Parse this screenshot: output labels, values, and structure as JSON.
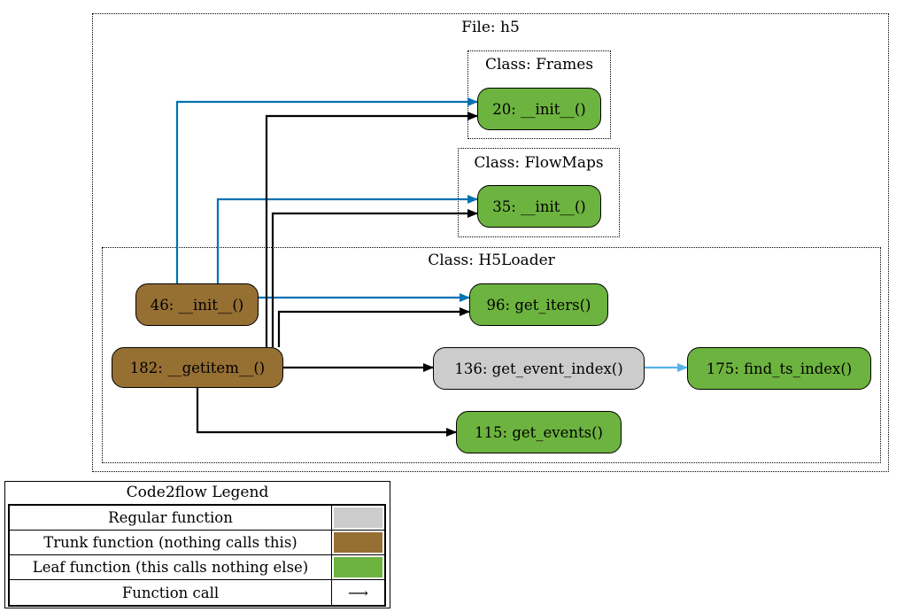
{
  "clusters": {
    "file": "File: h5",
    "frames": "Class: Frames",
    "flowmaps": "Class: FlowMaps",
    "h5loader": "Class: H5Loader"
  },
  "nodes": {
    "frames_init": "20: __init__()",
    "flowmaps_init": "35: __init__()",
    "loader_init": "46: __init__()",
    "getitem": "182: __getitem__()",
    "get_iters": "96: get_iters()",
    "get_event_index": "136: get_event_index()",
    "find_ts_index": "175: find_ts_index()",
    "get_events": "115: get_events()"
  },
  "edges": [
    {
      "from": "46: __init__()",
      "to": "20: __init__()"
    },
    {
      "from": "46: __init__()",
      "to": "35: __init__()"
    },
    {
      "from": "46: __init__()",
      "to": "96: get_iters()"
    },
    {
      "from": "182: __getitem__()",
      "to": "20: __init__()"
    },
    {
      "from": "182: __getitem__()",
      "to": "35: __init__()"
    },
    {
      "from": "182: __getitem__()",
      "to": "96: get_iters()"
    },
    {
      "from": "182: __getitem__()",
      "to": "136: get_event_index()"
    },
    {
      "from": "182: __getitem__()",
      "to": "115: get_events()"
    },
    {
      "from": "136: get_event_index()",
      "to": "175: find_ts_index()"
    }
  ],
  "legend": {
    "title": "Code2flow Legend",
    "rows": [
      {
        "label": "Regular function",
        "color": "#cccccc"
      },
      {
        "label": "Trunk function (nothing calls this)",
        "color": "#966f33"
      },
      {
        "label": "Leaf function (this calls nothing else)",
        "color": "#6db33f"
      },
      {
        "label": "Function call",
        "symbol": "⟶"
      }
    ]
  },
  "colors": {
    "leaf": "#6db33f",
    "trunk": "#966f33",
    "regular": "#cccccc",
    "edge_blue": "#0072b2",
    "edge_light_blue": "#56b4e9",
    "edge_black": "#000000"
  }
}
